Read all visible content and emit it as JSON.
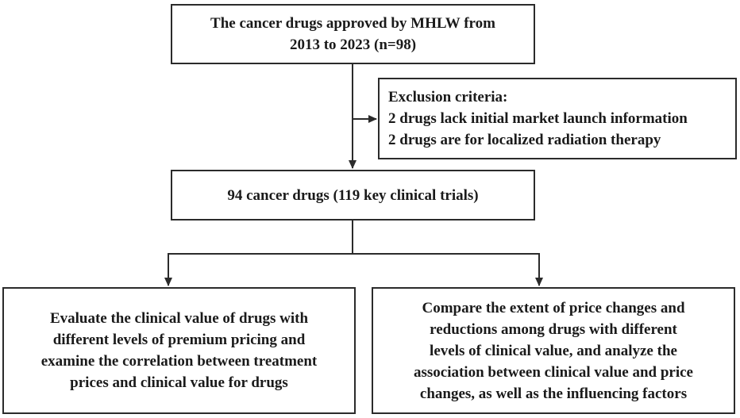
{
  "diagram": {
    "nodes": [
      {
        "id": "source",
        "lines": [
          "The cancer drugs approved by MHLW from",
          "2013 to 2023 (n=98)"
        ]
      },
      {
        "id": "exclusion",
        "lines": [
          "Exclusion criteria:",
          "2 drugs lack initial market launch information",
          "2 drugs are for localized radiation therapy"
        ]
      },
      {
        "id": "included",
        "lines": [
          "94 cancer drugs (119 key clinical trials)"
        ]
      },
      {
        "id": "analysis-left",
        "lines": [
          "Evaluate the clinical value of drugs with",
          "different levels of premium pricing and",
          "examine the correlation between treatment",
          "prices and clinical value for drugs"
        ]
      },
      {
        "id": "analysis-right",
        "lines": [
          "Compare the extent of price changes and",
          "reductions among drugs with different",
          "levels of clinical value, and analyze the",
          "association between clinical value and price",
          "changes, as well as the influencing factors"
        ]
      }
    ],
    "edges": [
      {
        "from": "source",
        "to": "included"
      },
      {
        "from": "source",
        "to": "exclusion"
      },
      {
        "from": "included",
        "to": "analysis-left"
      },
      {
        "from": "included",
        "to": "analysis-right"
      }
    ]
  }
}
